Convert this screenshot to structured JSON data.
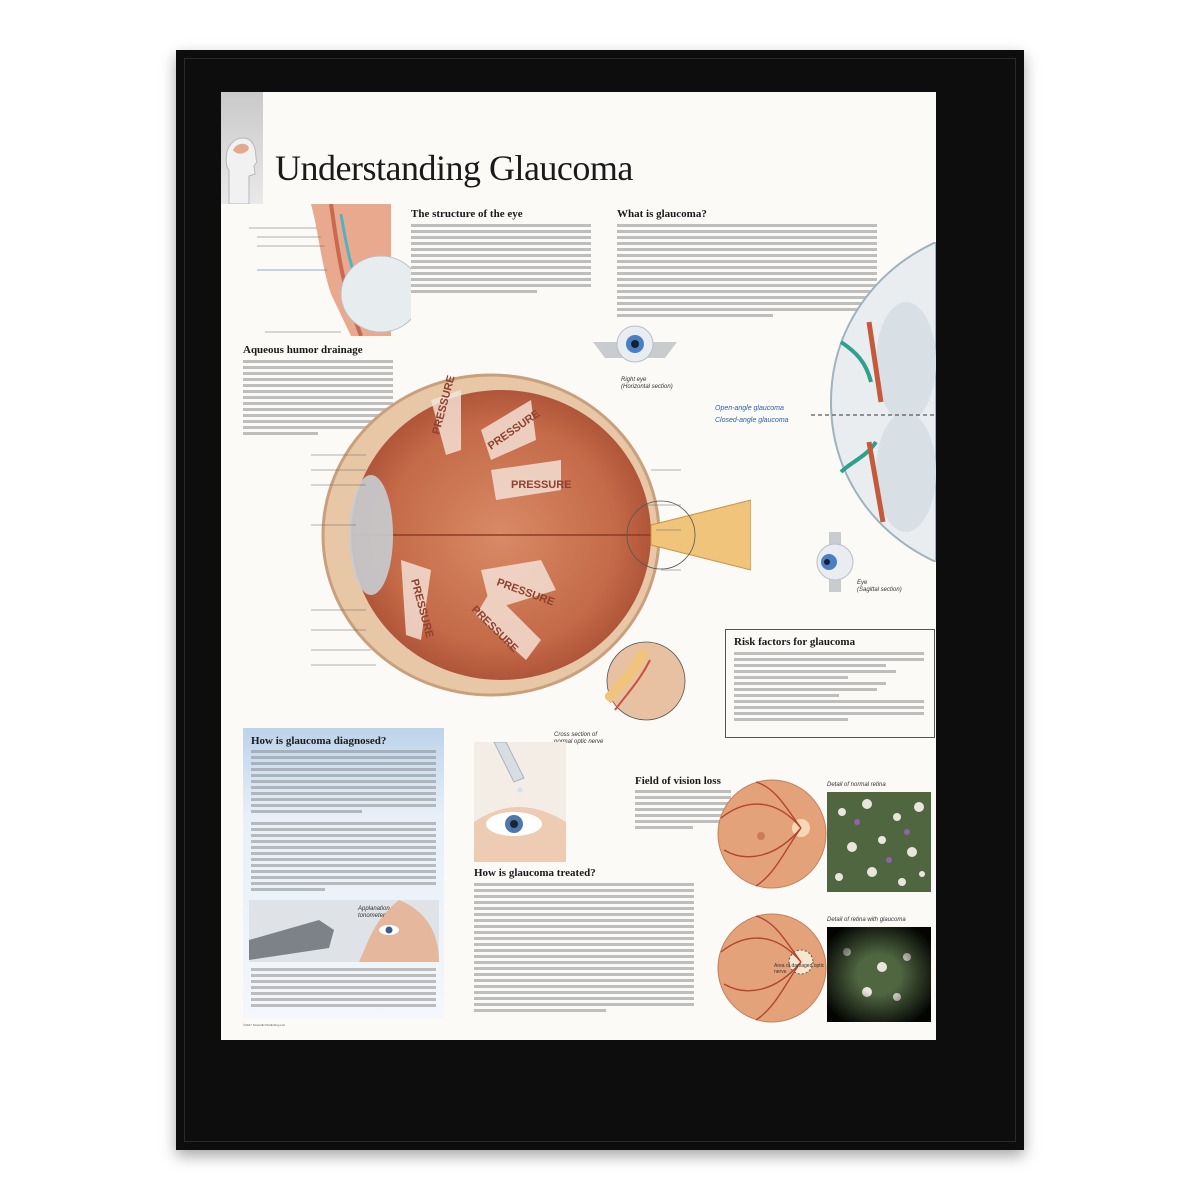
{
  "poster": {
    "title": "Understanding Glaucoma",
    "sections": {
      "structure": "The structure of the eye",
      "what_is": "What is glaucoma?",
      "aqueous": "Aqueous humor drainage",
      "risk": "Risk factors for glaucoma",
      "diagnosed": "How is glaucoma diagnosed?",
      "treated": "How is glaucoma treated?",
      "field": "Field of vision loss"
    },
    "captions": {
      "right_eye": "Right eye",
      "right_eye_sub": "(Horizontal section)",
      "open_angle": "Open-angle glaucoma",
      "closed_angle": "Closed-angle glaucoma",
      "eye_sagittal": "Eye",
      "eye_sagittal_sub": "(Sagittal section)",
      "cross_section": "Cross section of",
      "cross_section_2": "normal optic nerve",
      "applanation": "Applanation",
      "tonometer": "tonometer",
      "normal_retina": "Detail of normal retina",
      "glaucoma_retina": "Detail of retina with glaucoma",
      "damaged_nerve": "Area of damaged optic nerve"
    },
    "pressure_labels": [
      "PRESSURE",
      "PRESSURE",
      "PRESSURE",
      "PRESSURE",
      "PRESSURE",
      "PRESSURE"
    ],
    "copyright": "©2017 Scientific Publishing Ltd."
  },
  "colors": {
    "frame": "#0d0d0d",
    "poster_bg": "#fbfaf6",
    "eye_red": "#c9674a",
    "blue_accent": "#2d5fa8",
    "diagnosis_bg": "#bcd3ea"
  }
}
